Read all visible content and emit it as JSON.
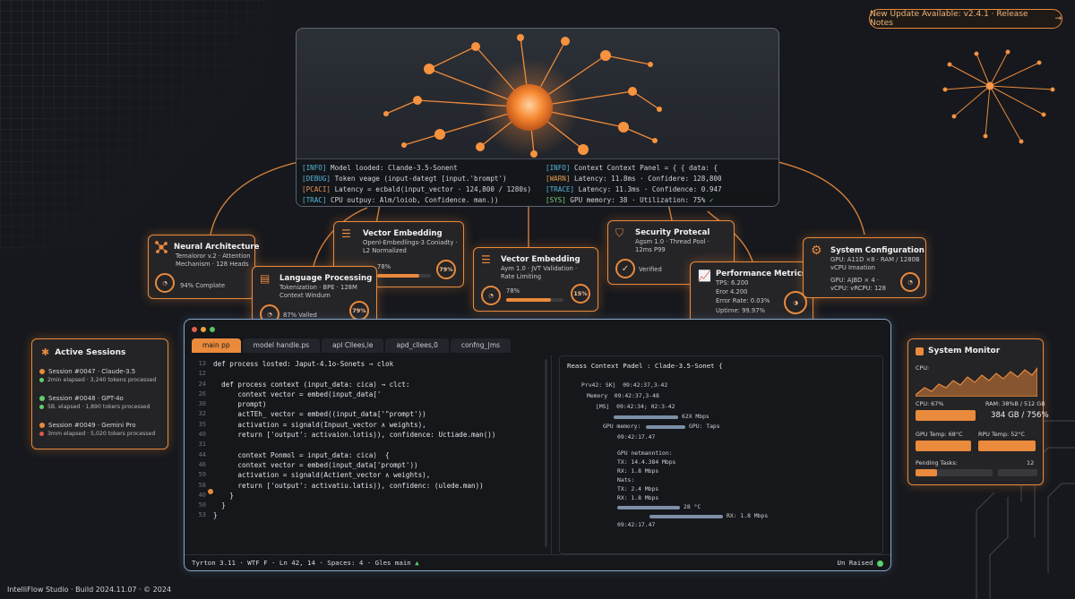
{
  "update_banner": {
    "text": "New Update Available: v2.4.1 · Release Notes",
    "arrow": "→"
  },
  "hero_log": {
    "left": [
      {
        "tag": "[INFO]",
        "text": " Model looded: Clande-3.5-Sonent"
      },
      {
        "tag": "[DEBUG]",
        "text": " Token veage (input-dategt [input.'brompt')"
      },
      {
        "tag": "[PCACI]",
        "text": " Latency = ecbald(input_vector · 124,800 / 1280s)"
      },
      {
        "tag": "[TRAC]",
        "text": " CPU outpuy: Alm/loiob, Confidence. man.))"
      }
    ],
    "right": [
      {
        "tag": "[INFO]",
        "text": " Context Context Panel = { { data: {"
      },
      {
        "tag": "[WARN]",
        "text": " Latency: 11.8ms · Confidere: 128,800"
      },
      {
        "tag": "[TRACE]",
        "text": " Latency: 11.3ms · Confidence: 0.947"
      },
      {
        "tag": "[SYS]",
        "text": " GPU memory: 38 · Utilization: 75%",
        "check": "✓"
      }
    ]
  },
  "cards": {
    "neural": {
      "title": "Neural Architecture",
      "l1": "Temaloror v.2 · Attention",
      "l2": "Mechanism · 128 Heads",
      "status": "94% Complate",
      "icon": "network-icon"
    },
    "vector1": {
      "title": "Vector Embedding",
      "l1": "Openl-Embedlings-3 Coniadty ·",
      "l2": "L2 Normalized",
      "pct_label": "78%",
      "ring": "79%",
      "progress": 0.78
    },
    "language": {
      "title": "Language Processing",
      "l1": "Tokenization · BPE · 128M",
      "l2": "Context Windum",
      "status": "87% Valled",
      "ring": "79%"
    },
    "vector2": {
      "title": "Vector Embedding",
      "l1": "Aym 1.0 · JVT Validation ·",
      "l2": "Rate Limiting",
      "pct_label": "78%",
      "ring": "15%",
      "progress": 0.78
    },
    "security": {
      "title": "Security Protecal",
      "l1": "Agsm 1.0 · Thread Pool ·",
      "l2": "12ms P99",
      "status": "Verified"
    },
    "performance": {
      "title": "Performance Metrics",
      "l1": "TPS: 6.200",
      "l2": "Eror 4.200",
      "l3": "Error Rate: 0.03%",
      "l4": "Uptime: 99.97%"
    },
    "sysconfig": {
      "title": "System Configuration",
      "l1": "GPU: A11D ×8 · RAM / 1280B",
      "l2": "vCPU Imaation",
      "l3": "GPU: AJBD × 4 ·",
      "l4": "vCPU: vRCPU: 128"
    }
  },
  "sessions": {
    "title": "Active Sessions",
    "items": [
      {
        "name": "Session #0047 · Claude-3.5",
        "detail": "2min elapsed · 3,240 tokens processed",
        "color": "#e98a3c",
        "dot2": "#5fd06a"
      },
      {
        "name": "Session #0048 · GPT-4o",
        "detail": "5B. elapsed · 1,890 tokers processed",
        "color": "#5fd06a",
        "dot2": "#5fd06a"
      },
      {
        "name": "Session #0049 · Gemini Pro",
        "detail": "3mm elapsed · 5,020 tokers processed",
        "color": "#e98a3c",
        "dot2": "#e05a4a"
      }
    ]
  },
  "ide": {
    "tabs": [
      "main pp",
      "model handle.ps",
      "apl Cllees,le",
      "apd_cllees,0",
      "confng_|ms"
    ],
    "line_numbers": [
      "13",
      "12",
      "24",
      "26",
      "30",
      "32",
      "35",
      "40",
      "31",
      "44",
      "46",
      "59",
      "58",
      "40",
      "50",
      "53"
    ],
    "code": [
      "def process losted: Japut-4.1o-Sonets → clok",
      "",
      "  def process context (input_data: cica) → clct:",
      "      context vector = embed(input_data['",
      "      prompt)",
      "      actTEh_ vector = embed((input_data['\"prompt'))",
      "      activation = signald(Inpuut_vector ∧ weights),",
      "      return ['output': activaion.lotis)), confidence: Uctiade.man())",
      "",
      "      context Ponmol = input_data: cica)  {",
      "      context vector = embed(input_data['prompt'))",
      "      activation = signald(Actient_vector ∧ weights),",
      "      return ['output': activatiu.latis)), confidenc: (ulede.man))",
      "    }",
      "  }",
      "}"
    ],
    "context": {
      "header": "Reass Context Padel : Clade-3.5-Sonet  {",
      "lines": [
        {
          "k": "Prv42: SK]",
          "v": "09:42:37,3-42"
        },
        {
          "k": "Memory",
          "v": "09:42:37,3-48"
        },
        {
          "k": "[MS]",
          "v": "09:42:34; 02:3-42"
        },
        {
          "k": "",
          "v": "62X Mbps"
        },
        {
          "k": "GPU memory:",
          "v": "GPU: Taps"
        },
        {
          "k": "",
          "v": "09:42:17.47"
        },
        {
          "k": "GPU netmanntion:",
          "v": ""
        },
        {
          "k": "TX: 14.4.384 Mbps",
          "v": ""
        },
        {
          "k": "RX: 1.8 Mbps",
          "v": ""
        },
        {
          "k": "Nats:",
          "v": ""
        },
        {
          "k": "TX: 2.4 Mbps",
          "v": ""
        },
        {
          "k": "RX: 1.8 Mbps",
          "v": ""
        },
        {
          "k": "",
          "v": "28 °C"
        },
        {
          "k": "",
          "v": "RX: 1.8 Mbps"
        },
        {
          "k": "09:42:17.47",
          "v": ""
        }
      ]
    },
    "status": {
      "left": "Tyrton 3.11 · WTF F · Ln 42, 14 · Spaces: 4 · Gles main",
      "right": "Un Raised"
    }
  },
  "monitor": {
    "title": "System Monitor",
    "cpu_label": "CPU:",
    "cpu_pct": "CPU: 67%",
    "ram_label": "RAM: 38%B / 512 GB",
    "ram_value": "384 GB / 756%",
    "gpu_temp": "GPU Temp: 68°C",
    "rpu_temp": "RPU Temp:   52°C",
    "pending": "Pending Tasks:",
    "pending_count": "12",
    "cpu_level": 0.67
  },
  "footer": "IntelliFlow Studio · Build 2024.11.07 · © 2024",
  "colors": {
    "accent": "#e98a3c",
    "ok": "#5fd06a",
    "panel": "#242326"
  }
}
